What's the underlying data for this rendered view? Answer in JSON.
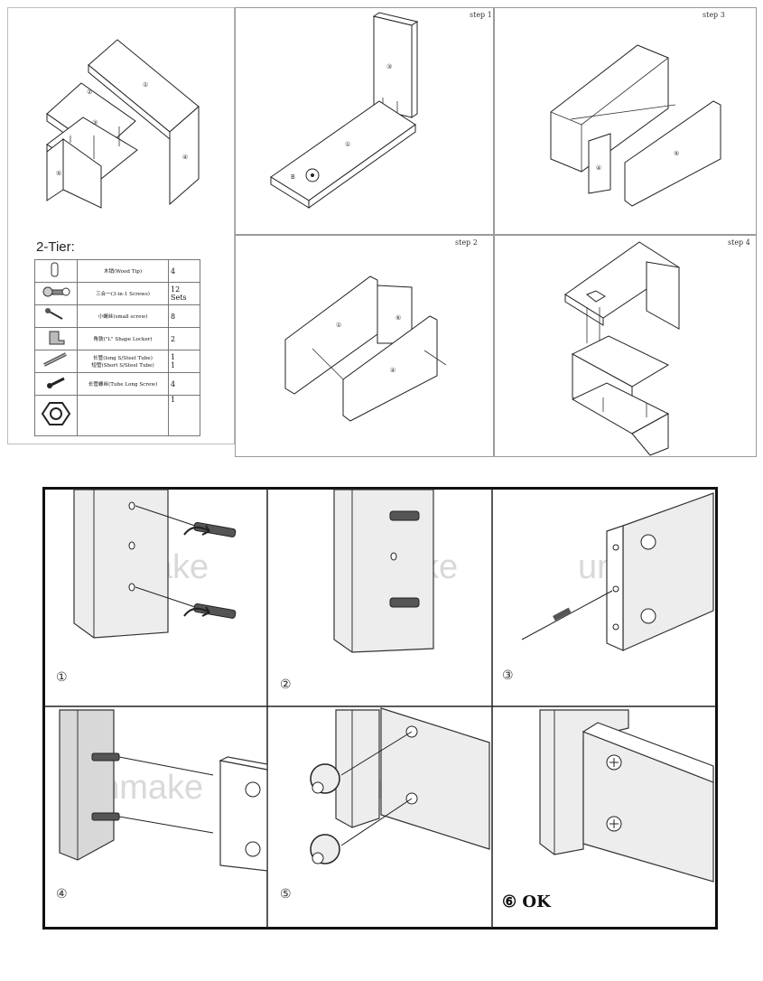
{
  "top": {
    "tier_title": "2-Tier:",
    "steps": [
      "step 1",
      "step 2",
      "step 3",
      "step 4"
    ],
    "overview_numbers": [
      "①",
      "②",
      "③",
      "④",
      "⑤"
    ],
    "step1_numbers": [
      "③",
      "①"
    ],
    "step1_b_label": "B",
    "step2_numbers": [
      "①",
      "⑥",
      "④"
    ],
    "step3_numbers": [
      "④",
      "⑤"
    ]
  },
  "parts": [
    {
      "icon": "wood-tip-icon",
      "name": "木销(Wood Tip)",
      "qty": "4"
    },
    {
      "icon": "three-in-one-screw-icon",
      "name": "三合一(3-in-1 Screws)",
      "qty": "12 Sets"
    },
    {
      "icon": "small-screw-icon",
      "name": "小螺丝(small screw)",
      "qty": "8"
    },
    {
      "icon": "l-shape-locker-icon",
      "name": "角铁(\"L\" Shape Locker)",
      "qty": "2"
    },
    {
      "icon": "steel-tube-icon",
      "name": "长管(long S/Steel Tube)\n短管(Short S/Steel Tube)",
      "qty": "1\n1"
    },
    {
      "icon": "tube-long-screw-icon",
      "name": "长管螺丝(Tube Long Screw)",
      "qty": "4"
    },
    {
      "icon": "swivel-plate-icon",
      "name": "",
      "qty": "1"
    }
  ],
  "bottom": {
    "watermark": "unmake",
    "captions": [
      "①",
      "②",
      "③",
      "④",
      "⑤",
      "⑥ OK"
    ]
  }
}
